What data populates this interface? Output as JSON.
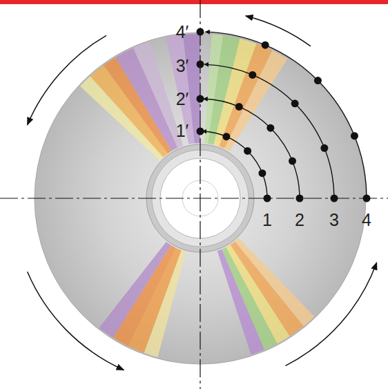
{
  "diagram": {
    "labels": [
      "1",
      "2",
      "3",
      "4",
      "1′",
      "2′",
      "3′",
      "4′"
    ]
  }
}
